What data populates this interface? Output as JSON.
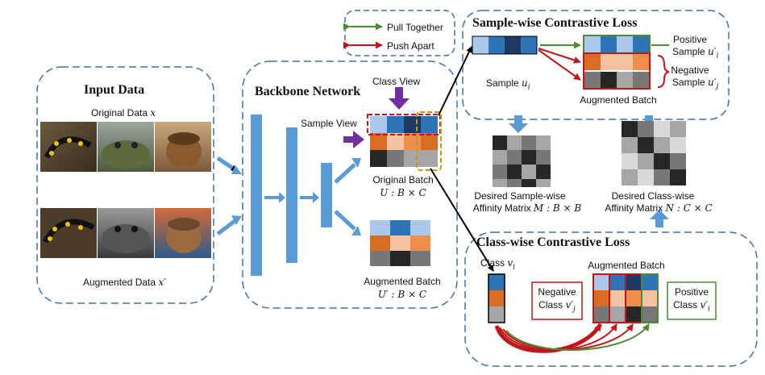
{
  "input_data": {
    "title": "Input Data",
    "original_label": "Original Data",
    "original_symbol": "x",
    "augmented_label": "Augmented Data",
    "augmented_symbol": "x′"
  },
  "backbone": {
    "title": "Backbone  Network",
    "class_view": "Class View",
    "sample_view": "Sample View",
    "original_batch": "Original Batch",
    "original_formula": "U : B × C",
    "augmented_batch": "Augmented Batch",
    "augmented_formula": "U′ : B × C"
  },
  "legend": {
    "pull_together": "Pull Together",
    "push_apart": "Push Apart",
    "pull_color": "#4e8a35",
    "push_color": "#c0171c"
  },
  "sample_loss": {
    "title": "Sample-wise Contrastive Loss",
    "sample_label": "Sample",
    "sample_symbol": "u",
    "sample_sub": "i",
    "augmented_batch": "Augmented Batch",
    "positive_line1": "Positive",
    "positive_line2": "Sample",
    "positive_symbol": "u′",
    "positive_sub": "i",
    "negative_line1": "Negative",
    "negative_line2": "Sample",
    "negative_symbol": "u′",
    "negative_sub": "j"
  },
  "affinity": {
    "sample_line1": "Desired Sample-wise",
    "sample_line2": "Affinity Matrix",
    "sample_formula": "M : B × B",
    "class_line1": "Desired Class-wise",
    "class_line2": "Affinity Matrix",
    "class_formula": "N : C × C"
  },
  "class_loss": {
    "title": "Class-wise Contrastive Loss",
    "class_label": "Class",
    "class_symbol": "v",
    "class_sub": "i",
    "augmented_batch": "Augmented Batch",
    "negative_line1": "Negative",
    "negative_line2": "Class",
    "negative_symbol": "v′",
    "negative_sub": "j",
    "positive_line1": "Positive",
    "positive_line2": "Class",
    "positive_symbol": "v′",
    "positive_sub": "i"
  },
  "colors": {
    "blue_light": "#a9c8ea",
    "blue_mid": "#2f74b5",
    "blue_dark": "#1d3a64",
    "orange": "#d86c22",
    "orange_light": "#f6c3a1",
    "orange_mid": "#ee8e4c",
    "gray_dark": "#262626",
    "gray_mid": "#777777",
    "gray_light": "#a6a6a6",
    "arrow_blue": "#5b9bd5",
    "purple": "#7030a0",
    "dash_border": "#41719c"
  }
}
